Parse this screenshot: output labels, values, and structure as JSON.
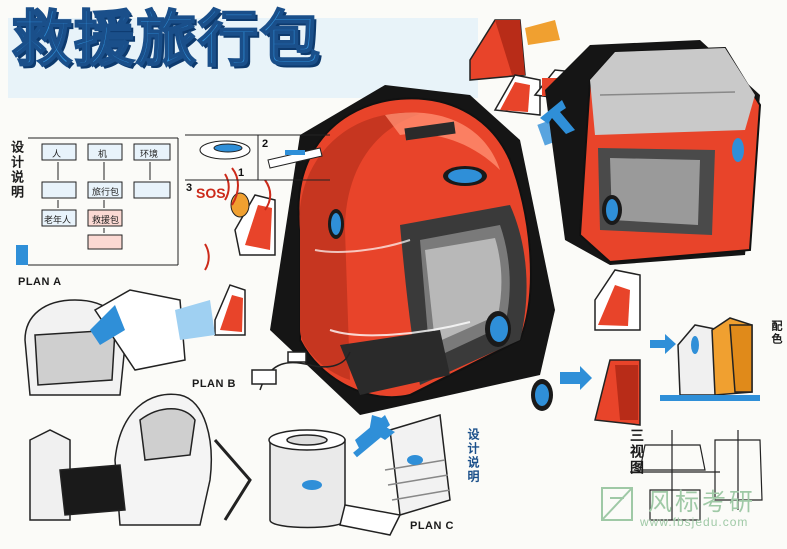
{
  "title": "救援旅行包",
  "left_caption": "设计说明",
  "bottom_caption": "设计说明",
  "views_caption": "三视图",
  "side_caption": "配色",
  "plans": [
    "PLAN A",
    "PLAN B",
    "PLAN C"
  ],
  "sos": "SOS",
  "flow_boxes": [
    "人",
    "机",
    "环境",
    "旅行包",
    "救援包",
    "老年人"
  ],
  "step_numbers": [
    "1",
    "2",
    "3"
  ],
  "watermark": {
    "text": "风标考研",
    "url": "www.fbsjedu.com"
  },
  "colors": {
    "accent_blue": "#2f8fd8",
    "product_red": "#e8442a",
    "product_orange": "#f0a030",
    "shadow_black": "#151515",
    "watermark_green": "#9fc9a6"
  }
}
